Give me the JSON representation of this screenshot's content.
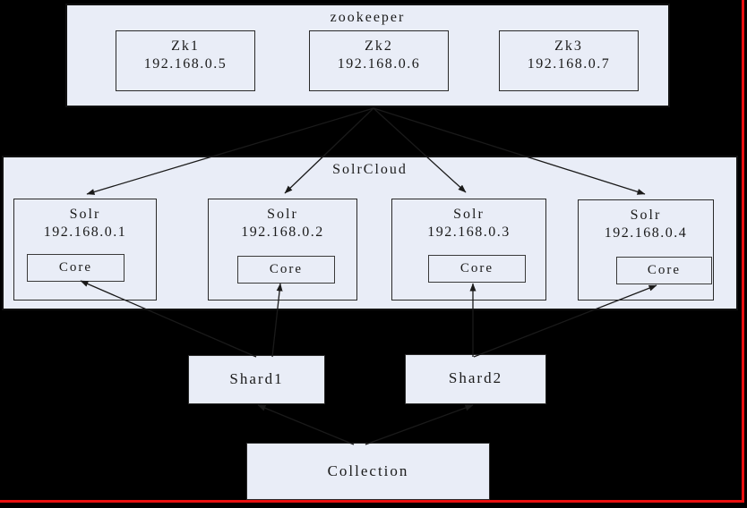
{
  "zookeeper": {
    "label": "zookeeper",
    "nodes": [
      {
        "name": "Zk1",
        "ip": "192.168.0.5"
      },
      {
        "name": "Zk2",
        "ip": "192.168.0.6"
      },
      {
        "name": "Zk3",
        "ip": "192.168.0.7"
      }
    ]
  },
  "solrcloud": {
    "label": "SolrCloud",
    "nodes": [
      {
        "name": "Solr",
        "ip": "192.168.0.1",
        "core_label": "Core"
      },
      {
        "name": "Solr",
        "ip": "192.168.0.2",
        "core_label": "Core"
      },
      {
        "name": "Solr",
        "ip": "192.168.0.3",
        "core_label": "Core"
      },
      {
        "name": "Solr",
        "ip": "192.168.0.4",
        "core_label": "Core"
      }
    ]
  },
  "shards": [
    {
      "label": "Shard1"
    },
    {
      "label": "Shard2"
    }
  ],
  "collection": {
    "label": "Collection"
  },
  "colors": {
    "canvas_background": "#000000",
    "box_fill": "#e9edf7",
    "box_border": "#2a2a2a",
    "connector_line": "#1a1a1a",
    "accent_red": "#e81010"
  }
}
